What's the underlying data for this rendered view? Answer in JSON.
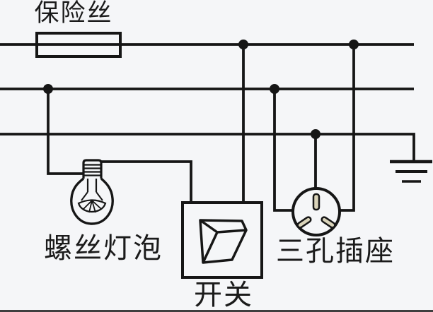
{
  "colors": {
    "bg": "#f5f6f8",
    "line": "#161616",
    "text": "#1b1b1b",
    "slot": "#dad4ba",
    "bar": "#3f3f3f"
  },
  "labels": {
    "fuse": "保险丝",
    "bulb": "螺丝灯泡",
    "switch": "开关",
    "socket": "三孔插座"
  }
}
